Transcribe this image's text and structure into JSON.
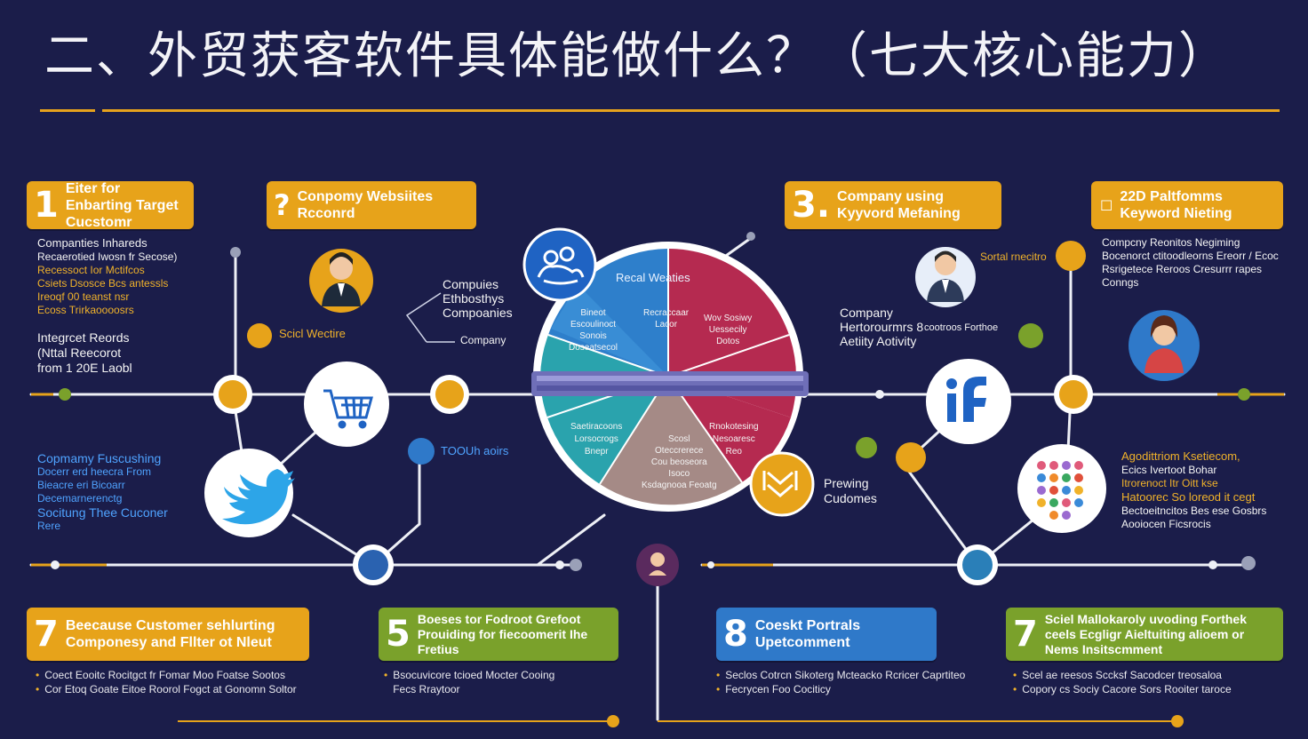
{
  "title": "二、外贸获客软件具体能做什么？（七大核心能力）",
  "cards": [
    {
      "num": "1",
      "text": "Eiter for Enbarting Target Cucstomr"
    },
    {
      "num": "?",
      "text": "Conpomy Websiites Rcconrd"
    },
    {
      "num": "3.",
      "text": "Company using Kyyvord Mefaning"
    },
    {
      "num": "",
      "text": "22D Paltfomms Keyword Nieting"
    },
    {
      "num": "7",
      "text": "Beecause Customer sehlurting Componesy and Fllter ot Nleut"
    },
    {
      "num": "5",
      "text": "Boeses tor Fodroot Grefoot Prouiding for fiecoomerit Ihe Fretius"
    },
    {
      "num": "8",
      "text": "Coeskt Portrals Upetcomment"
    },
    {
      "num": "7",
      "text": "Sciel Mallokaroly uvoding Forthek ceels Ecgligr Aieltuiting alioem or Nems Insitscmment"
    }
  ],
  "left_text": {
    "block1": [
      "Companties Inhareds",
      "Recaerotied Iwosn fr Secose)",
      "Recessoct Ior Mctifcos",
      "Csiets Dsosce Bcs antessls",
      "Ireoqf 00 teanst nsr",
      "Ecoss Trirkaoooosrs"
    ],
    "block2": [
      "Integrcet Reords",
      "(Nttal Reecorot",
      "from 1 20E Laobl"
    ],
    "social_website": "Scicl Wectire",
    "block3": [
      "Copmamy Fuscushing",
      "Docerr erd heecra From",
      "Bieacre eri Bicoarr",
      "Decemarnerenctg",
      "Socitung Thee Cuconer",
      "Rere"
    ]
  },
  "mid_text": {
    "companies": [
      "Compuies",
      "Ethbosthys",
      "Compoanies"
    ],
    "company": "Company",
    "touch": "TOOUh aoirs"
  },
  "pie": {
    "top": "Recal Weaties",
    "seg1": [
      "Bineot",
      "Escoulinoct",
      "Sonois",
      "Doseatsecol"
    ],
    "seg2": [
      "Recraccaar",
      "Lacor"
    ],
    "seg3": [
      "Wov Sosiwy",
      "Uessecily",
      "Dotos"
    ],
    "seg4": [
      "Saetiracoons",
      "Lorsocrogs",
      "Bnepr"
    ],
    "seg5": [
      "Scosl",
      "Oteccrerece",
      "Cou beoseora",
      "Isoco",
      "Ksdagnooa Feoatg"
    ],
    "seg6": [
      "Rnokotesing",
      "Nesoaresc",
      "Reo"
    ]
  },
  "right_text": {
    "social_media": "Sortal rnecitro",
    "company": [
      "Company",
      "Hertorourmrs 8",
      "Aetiity Aotivity"
    ],
    "company_side": "cootroos Forthoe",
    "block1": [
      "Compcny Reonitos Negiming",
      "Bocenorct ctitoodleorns Ereorr / Ecoc",
      "Rsrigetece Reroos Cresurrr rapes",
      "Conngs"
    ],
    "preowing": [
      "Prewing",
      "Cudomes"
    ],
    "block2": [
      "Agodittriom Ksetiecom,",
      "Ecics Ivertoot Bohar",
      "Itrorenoct Itr Oitt kse",
      "Hatoorec So loreod it cegt",
      "Bectoeitncitos Bes ese Gosbrs",
      "Aooiocen Ficsrocis"
    ]
  },
  "bullets": {
    "c5": [
      "Coect Eooitc Rocitgct fr Fomar Moo Foatse Sootos",
      "Cor Etoq Goate Eitoe Roorol Fogct at Gonomn Soltor"
    ],
    "c6": [
      "Bsocuvicore tcioed Mocter Cooing",
      "Fecs Rraytoor"
    ],
    "c7": [
      "Seclos Cotrcn Sikoterg Mcteacko Rcricer Caprtiteo",
      "Fecrycen Foo Cociticy"
    ],
    "c8": [
      "Scel ae reesos Sccksf Sacodcer treosaloa",
      "Copory cs Sociy Cacore Sors Rooiter taroce"
    ]
  },
  "colors": {
    "bg": "#1b1d4a",
    "accent": "#e7a31a",
    "green": "#7aa12b",
    "blue": "#2f79c9",
    "pie_blue": "#2e7fcb",
    "pie_red": "#b52a50",
    "pie_teal": "#2aa3ad",
    "pie_taupe": "#a58a86"
  },
  "icons": [
    "cart-icon",
    "twitter-bird-icon",
    "facebook-icon",
    "app-grid-icon",
    "crowd-icon",
    "chat-icon",
    "person-avatar-icon"
  ]
}
